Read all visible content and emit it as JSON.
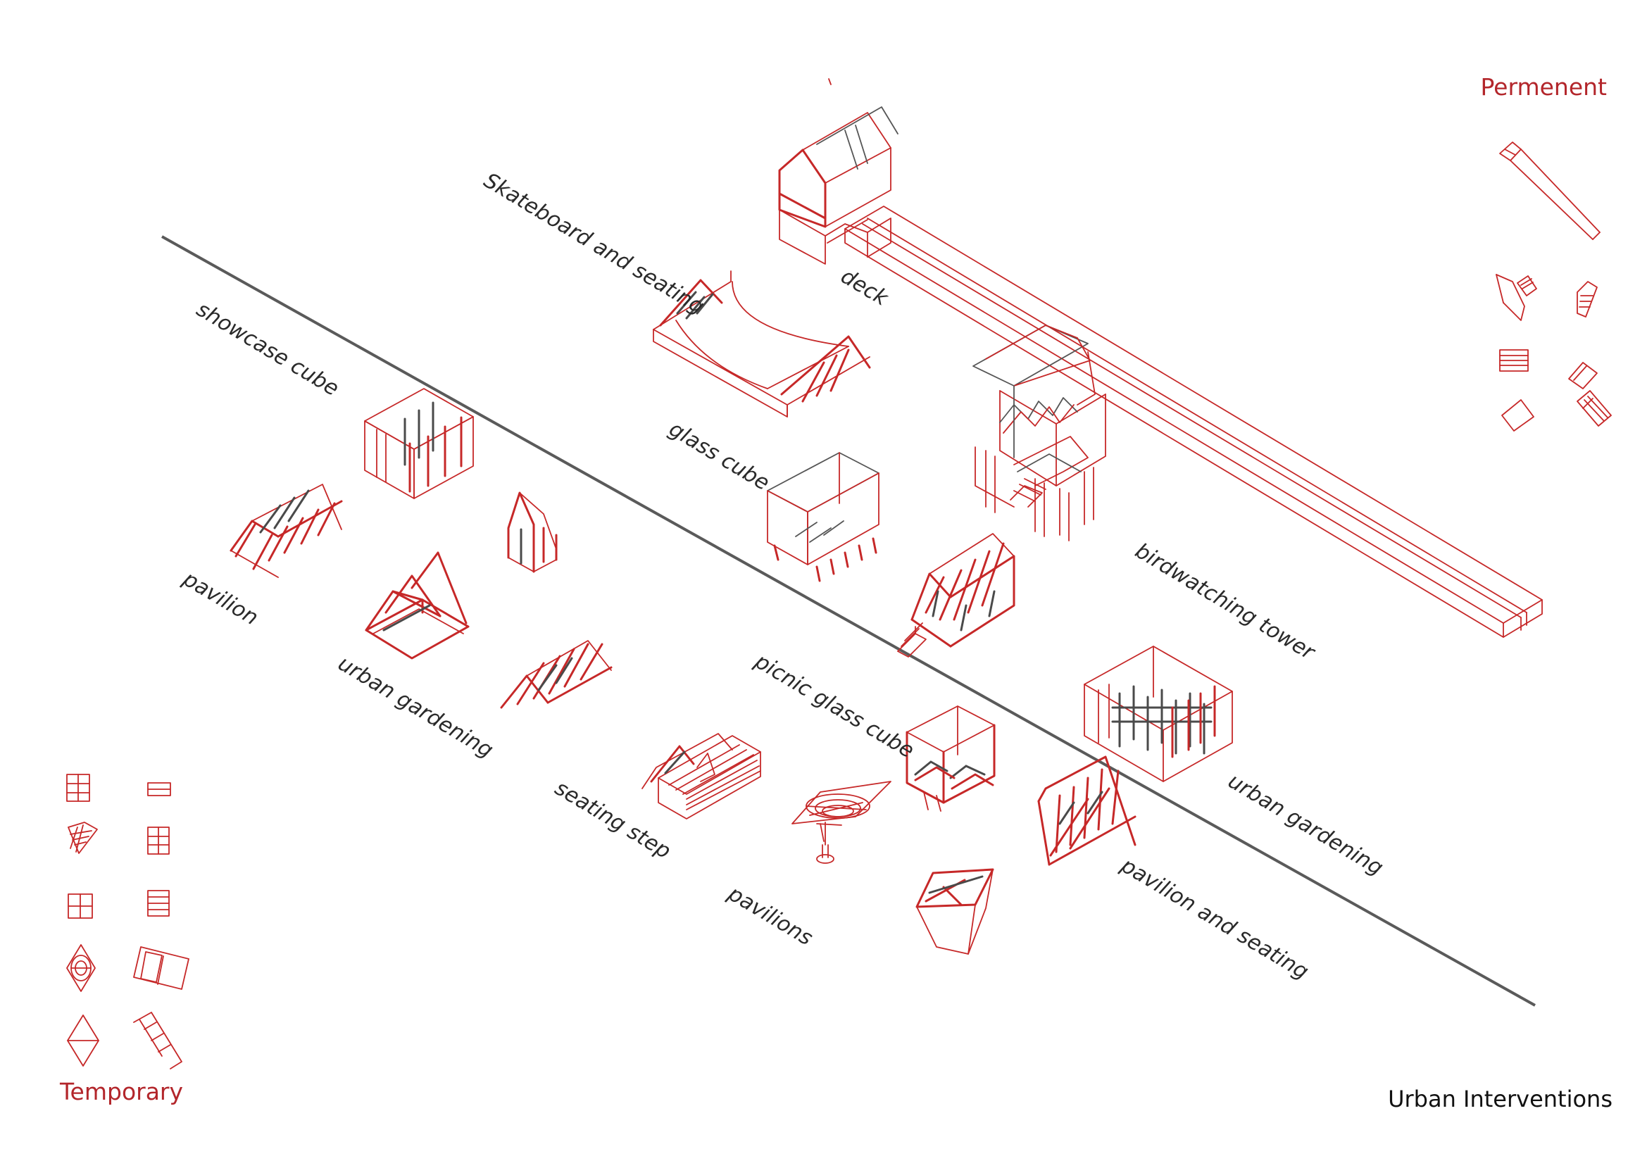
{
  "title": "Urban Interventions",
  "legend": {
    "permanent_title": "Permenent",
    "temporary_title": "Temporary"
  },
  "labels": {
    "skateboard": "Skateboard and seating",
    "deck": "deck",
    "showcase": "showcase cube",
    "glass": "glass cube",
    "birdwatch": "birdwatching tower",
    "pavilion": "pavilion",
    "urban_gardening_left": "urban gardening",
    "picnic": "picnic glass cube",
    "seating_step": "seating step",
    "pavilions": "pavilions",
    "urban_gardening_right": "urban gardening",
    "pavilion_seating": "pavilion and seating"
  },
  "colors": {
    "accent_red": "#c62828",
    "line_gray": "#555555",
    "text_dark": "#111111"
  }
}
